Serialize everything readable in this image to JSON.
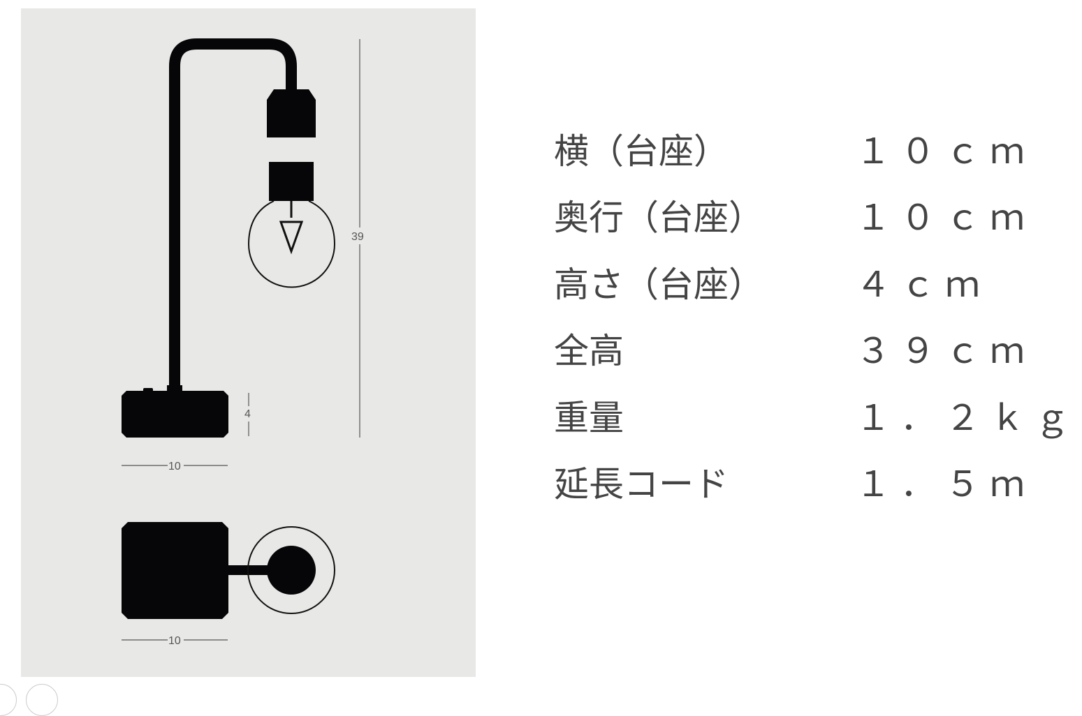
{
  "diagram": {
    "height_dim": "39",
    "base_height_dim": "4",
    "base_width_dim": "10",
    "top_width_dim": "10"
  },
  "specs": [
    {
      "label": "横（台座）",
      "value": "１０ｃｍ"
    },
    {
      "label": "奥行（台座）",
      "value": "１０ｃｍ"
    },
    {
      "label": "高さ（台座）",
      "value": "４ｃｍ"
    },
    {
      "label": "全高",
      "value": "３９ｃｍ"
    },
    {
      "label": "重量",
      "value": "１．２ｋｇ"
    },
    {
      "label": "延長コード",
      "value": "１．５ｍ"
    }
  ]
}
